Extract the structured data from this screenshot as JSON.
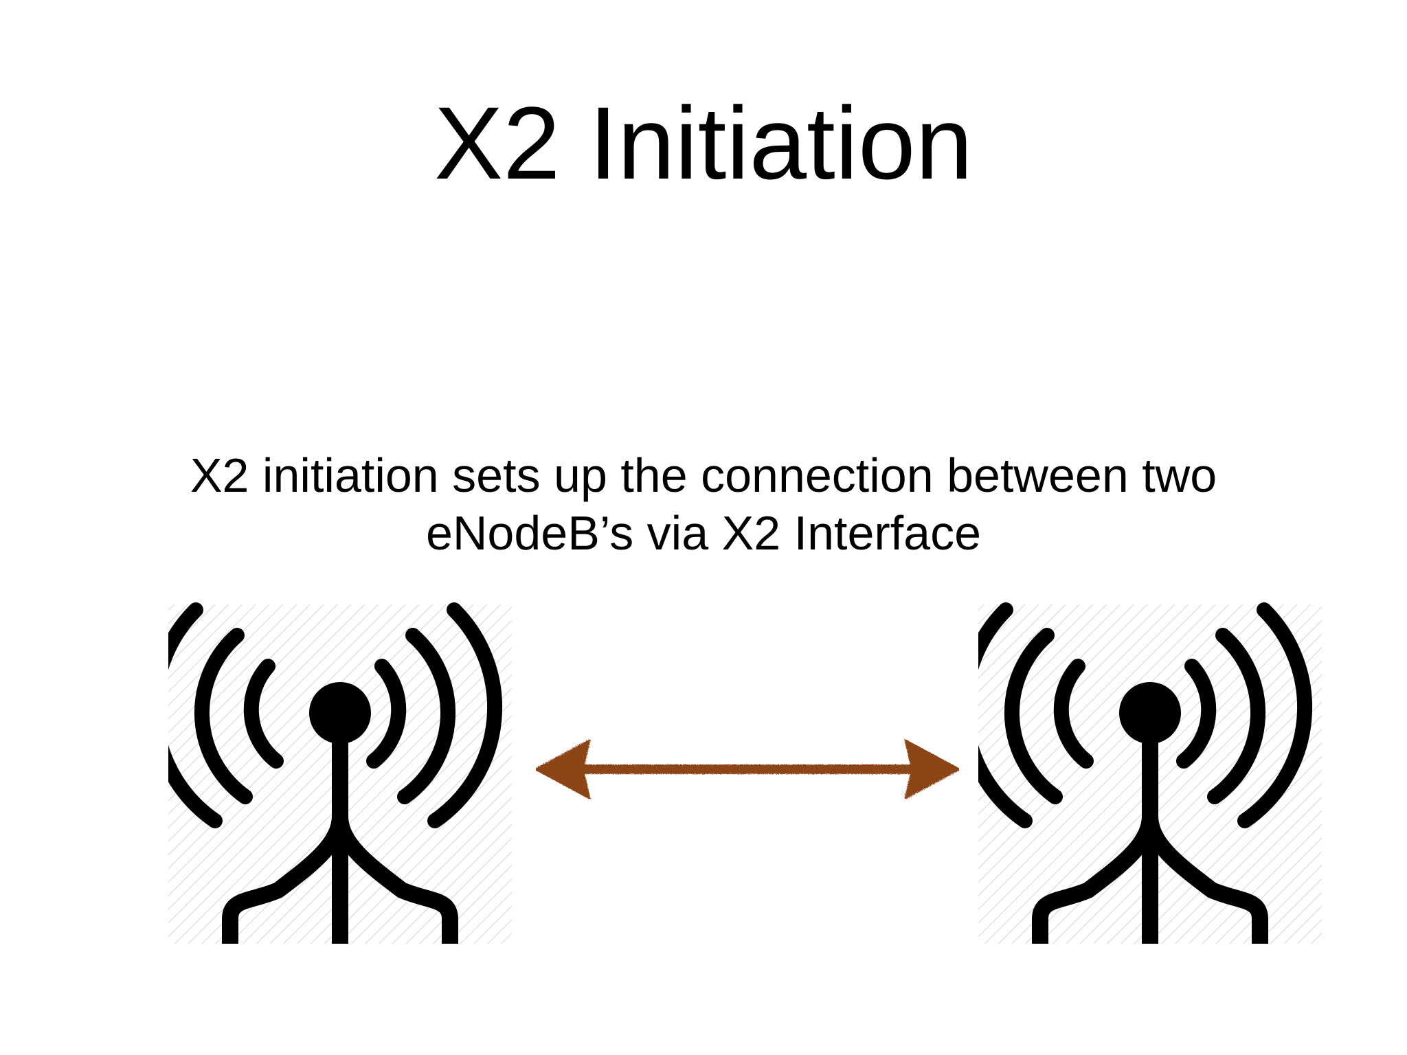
{
  "slide": {
    "title": "X2 Initiation",
    "subtitle_line1": "X2 initiation sets up the connection between two",
    "subtitle_line2": "eNodeB’s via X2 Interface"
  },
  "diagram": {
    "nodes": [
      {
        "icon": "antenna-tower-icon"
      },
      {
        "icon": "antenna-tower-icon"
      }
    ],
    "link": {
      "icon": "double-headed-arrow-icon",
      "color": "#8b4513"
    }
  },
  "colors": {
    "background": "#ffffff",
    "text": "#000000",
    "icon": "#000000",
    "icon_hatch": "#d4d4d4",
    "arrow": "#8b4513"
  }
}
